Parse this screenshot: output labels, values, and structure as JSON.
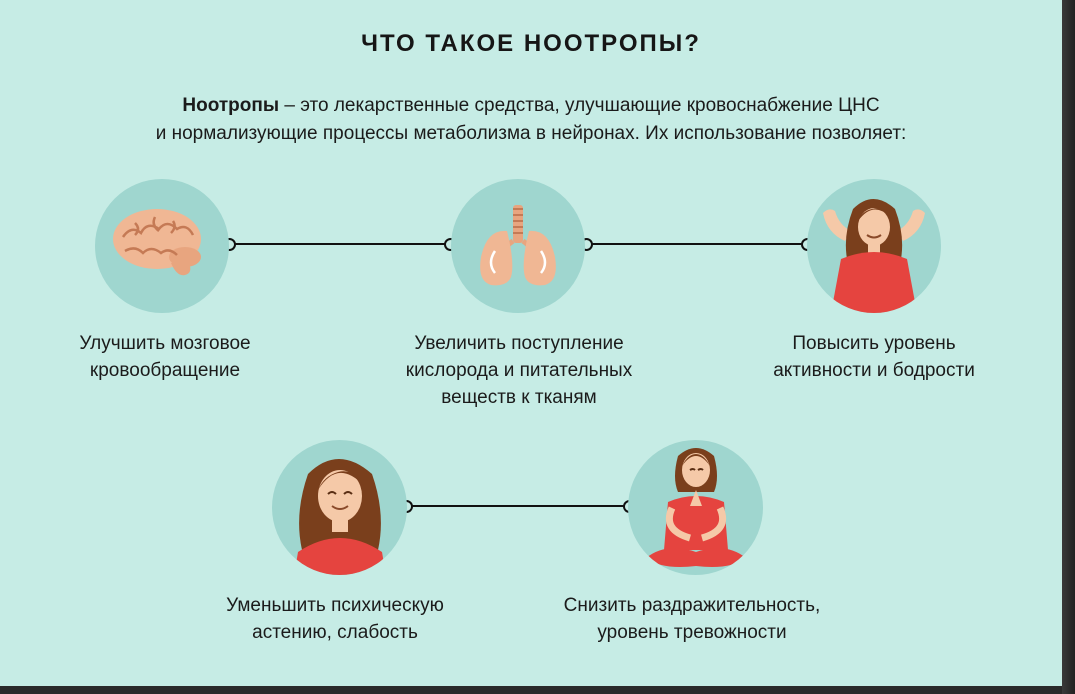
{
  "title": "ЧТО ТАКОЕ НООТРОПЫ?",
  "intro": {
    "term": "Ноотропы",
    "line1_rest": " – это лекарственные средства, улучшающие кровоснабжение ЦНС",
    "line2": "и нормализующие процессы метаболизма в нейронах. Их использование позволяет:"
  },
  "benefits": [
    {
      "icon": "brain-icon",
      "line1": "Улучшить мозговое",
      "line2": "кровообращение",
      "line3": ""
    },
    {
      "icon": "lungs-icon",
      "line1": "Увеличить поступление",
      "line2": "кислорода и питательных",
      "line3": "веществ к тканям"
    },
    {
      "icon": "strong-woman-icon",
      "line1": "Повысить уровень",
      "line2": "активности и бодрости",
      "line3": ""
    },
    {
      "icon": "smiling-woman-icon",
      "line1": "Уменьшить психическую",
      "line2": "астению, слабость",
      "line3": ""
    },
    {
      "icon": "meditating-woman-icon",
      "line1": "Снизить раздражительность,",
      "line2": "уровень тревожности",
      "line3": ""
    }
  ],
  "colors": {
    "background": "#c6ece5",
    "circle": "#9fd6cf",
    "shirt": "#e5443f",
    "hair": "#7a3f1c",
    "skin": "#f5c9a8",
    "brain": "#f0b794"
  }
}
